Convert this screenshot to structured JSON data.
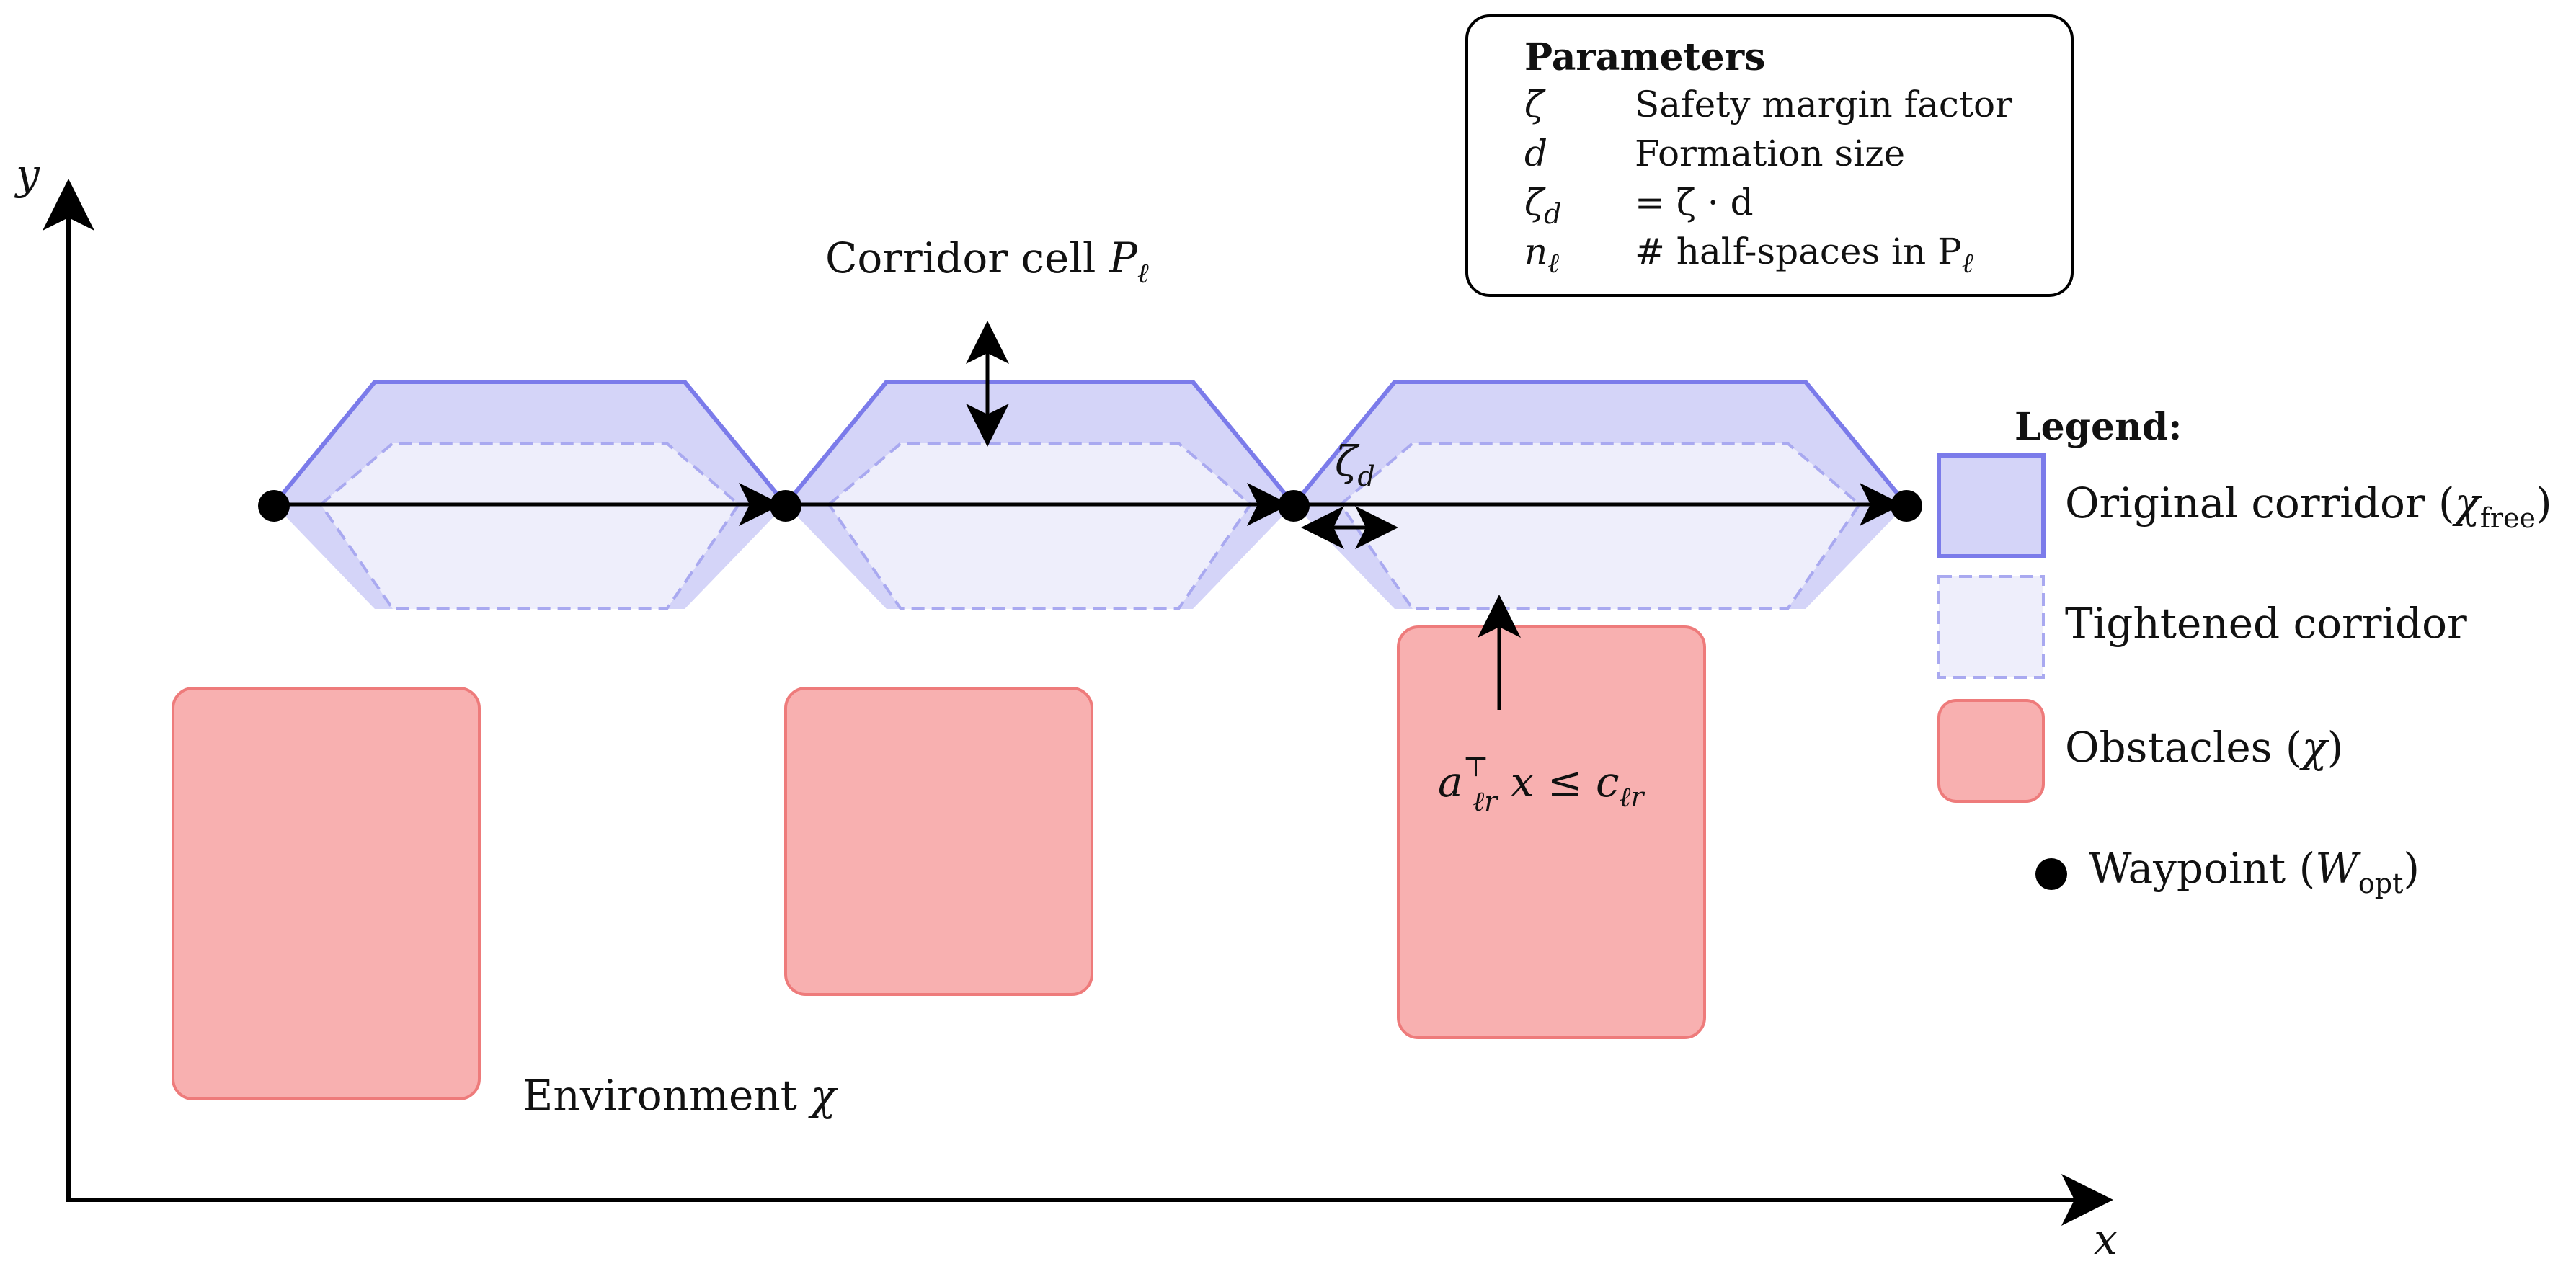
{
  "axes": {
    "x_label": "x",
    "y_label": "y"
  },
  "labels": {
    "corridor_cell": "Corridor cell ",
    "corridor_cell_symbol": "P",
    "corridor_cell_sub": "ℓ",
    "zeta_d": "ζ",
    "zeta_d_sub": "d",
    "constraint": "a",
    "constraint_sup": "⊤",
    "constraint_sub": "ℓr",
    "constraint_rest": " x ≤ c",
    "constraint_rest_sub": "ℓr",
    "environment": "Environment ",
    "environment_symbol": "χ"
  },
  "parameters": {
    "title": "Parameters",
    "rows": [
      {
        "symbol": "ζ",
        "sub": "",
        "desc": "Safety margin factor"
      },
      {
        "symbol": "d",
        "sub": "",
        "desc": "Formation size"
      },
      {
        "symbol": "ζ",
        "sub": "d",
        "desc": "= ζ · d"
      },
      {
        "symbol": "n",
        "sub": "ℓ",
        "desc": "# half-spaces in P",
        "desc_sub": "ℓ"
      }
    ]
  },
  "legend": {
    "title": "Legend:",
    "original": "Original corridor (",
    "original_symbol": "χ",
    "original_sub": "free",
    "original_close": ")",
    "tightened": "Tightened corridor",
    "obstacles": "Obstacles (",
    "obstacles_symbol": "χ",
    "obstacles_close": ")",
    "waypoint": "Waypoint (",
    "waypoint_symbol": "W",
    "waypoint_sub": "opt",
    "waypoint_close": ")"
  },
  "colors": {
    "corridor_fill": "#d4d4f8",
    "corridor_stroke": "#7b7bea",
    "tight_fill": "#eeeefb",
    "tight_stroke": "#a9a9f0",
    "obstacle_fill": "#f8b0b0",
    "obstacle_stroke": "#ee7b7b",
    "ink": "#000000"
  }
}
